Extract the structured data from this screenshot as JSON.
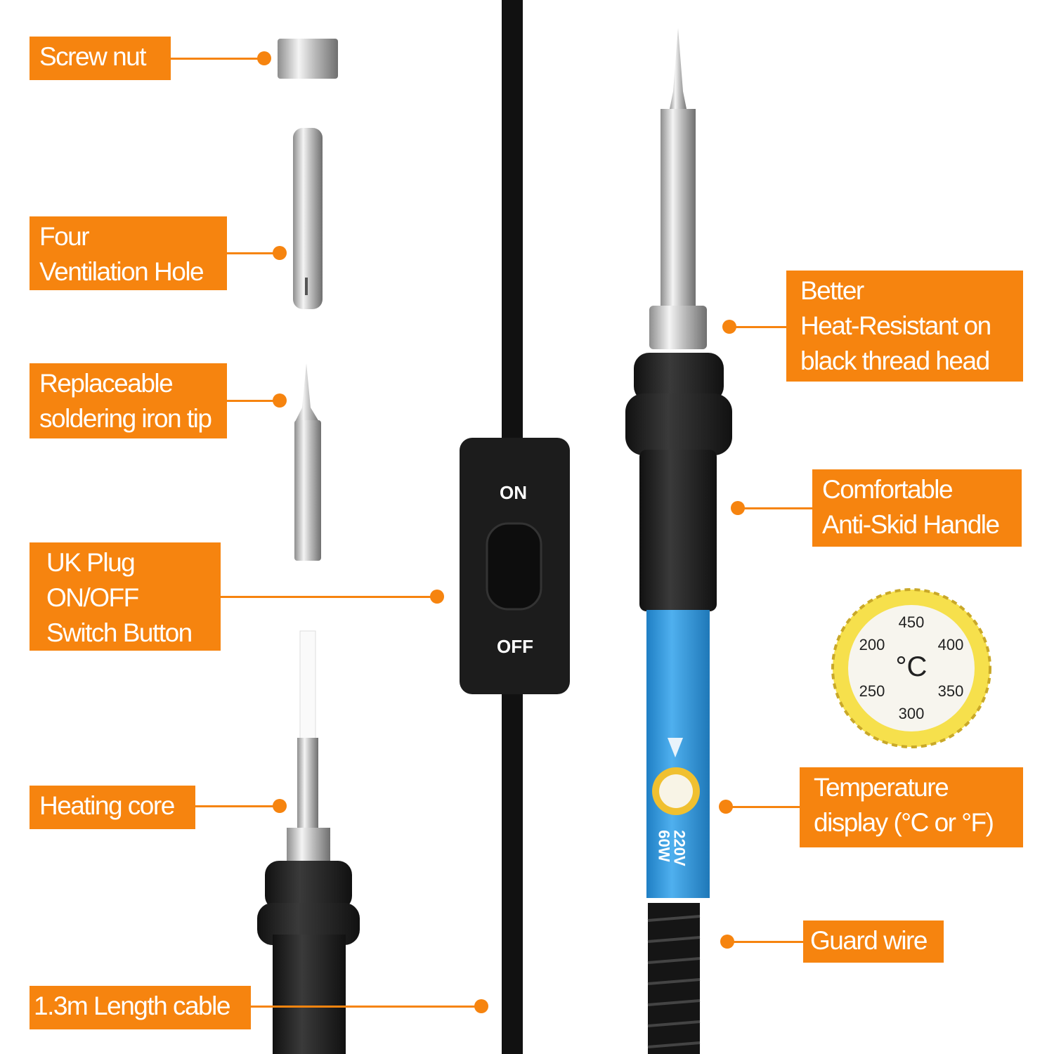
{
  "labels": [
    {
      "id": "screw-nut",
      "lines": [
        "Screw nut"
      ]
    },
    {
      "id": "ventilation-hole",
      "lines": [
        "Four",
        "Ventilation Hole"
      ]
    },
    {
      "id": "replaceable-tip",
      "lines": [
        "Replaceable",
        "soldering iron tip"
      ]
    },
    {
      "id": "switch-button",
      "lines": [
        "UK Plug",
        "ON/OFF",
        "Switch Button"
      ]
    },
    {
      "id": "heating-core",
      "lines": [
        "Heating core"
      ]
    },
    {
      "id": "cable",
      "lines": [
        "1.3m Length cable"
      ]
    },
    {
      "id": "thread-head",
      "lines": [
        "Better",
        "Heat-Resistant on",
        "black thread head"
      ]
    },
    {
      "id": "handle",
      "lines": [
        "Comfortable",
        "Anti-Skid Handle"
      ]
    },
    {
      "id": "temperature-display",
      "lines": [
        "Temperature",
        "display (°C or °F)"
      ]
    },
    {
      "id": "guard-wire",
      "lines": [
        "Guard wire"
      ]
    }
  ],
  "switch": {
    "on": "ON",
    "off": "OFF"
  },
  "iron": {
    "voltage": "220V",
    "power": "60W"
  },
  "dial": {
    "unit": "°C",
    "values": [
      "200",
      "250",
      "300",
      "350",
      "400",
      "450"
    ]
  },
  "colors": {
    "accent": "#f6840f",
    "handle": "#2b2b2b",
    "grip": "#3a9be0",
    "dial": "#f5e04a"
  }
}
